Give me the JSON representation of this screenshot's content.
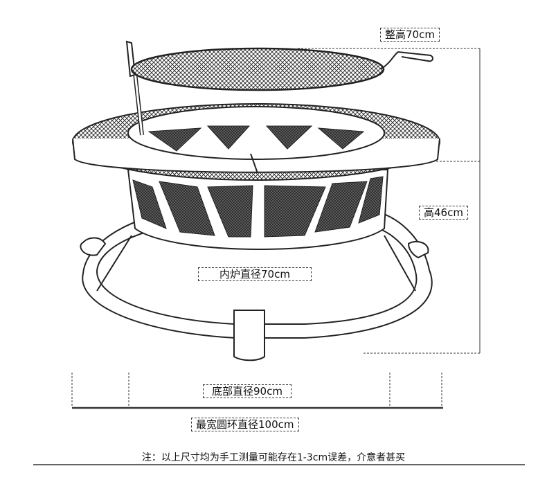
{
  "labels": {
    "total_height": "整高70cm",
    "height": "高46cm",
    "inner_diameter": "内炉直径70cm",
    "base_diameter": "底部直径90cm",
    "widest_ring": "最宽圆环直径100cm"
  },
  "note": "注：以上尺寸均为手工测量可能存在1-3cm误差，介意者甚买",
  "colors": {
    "line": "#222222",
    "mesh": "#2a2a2a",
    "background": "#ffffff"
  }
}
